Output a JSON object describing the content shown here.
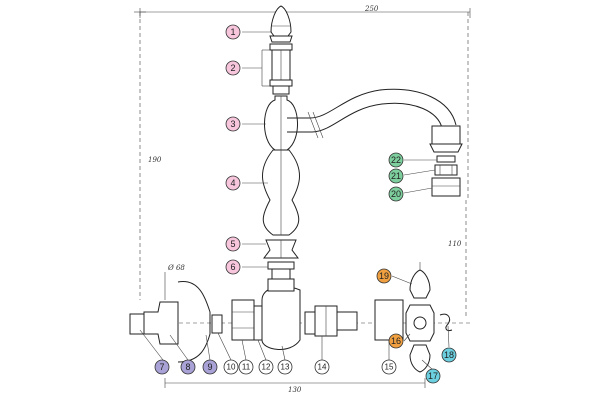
{
  "dimensions": {
    "top_width": "250",
    "height": "190",
    "side_height": "110",
    "diameter": "Ø 68",
    "bottom_width": "130"
  },
  "colors": {
    "pink": "#f7c6dc",
    "green": "#7ecf9e",
    "purple": "#a9a2d6",
    "orange": "#f0a040",
    "cyan": "#6cd0e0"
  },
  "badges": [
    {
      "label": "1",
      "color": "pink"
    },
    {
      "label": "2",
      "color": "pink"
    },
    {
      "label": "3",
      "color": "pink"
    },
    {
      "label": "4",
      "color": "pink"
    },
    {
      "label": "5",
      "color": "pink"
    },
    {
      "label": "6",
      "color": "pink"
    },
    {
      "label": "22",
      "color": "green"
    },
    {
      "label": "21",
      "color": "green"
    },
    {
      "label": "20",
      "color": "green"
    },
    {
      "label": "19",
      "color": "orange"
    },
    {
      "label": "16",
      "color": "orange"
    },
    {
      "label": "18",
      "color": "cyan"
    },
    {
      "label": "17",
      "color": "cyan"
    },
    {
      "label": "7",
      "color": "purple"
    },
    {
      "label": "8",
      "color": "purple"
    },
    {
      "label": "9",
      "color": "purple"
    }
  ],
  "numbers": [
    "10",
    "11",
    "12",
    "13",
    "14",
    "15"
  ]
}
